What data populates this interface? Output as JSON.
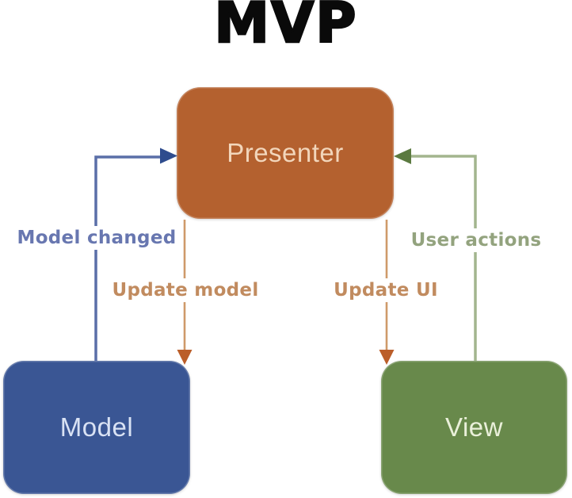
{
  "title": "MVP",
  "nodes": {
    "presenter": {
      "label": "Presenter"
    },
    "model": {
      "label": "Model"
    },
    "view": {
      "label": "View"
    }
  },
  "edges": {
    "model_changed": {
      "label": "Model changed",
      "from": "Model",
      "to": "Presenter"
    },
    "update_model": {
      "label": "Update model",
      "from": "Presenter",
      "to": "Model"
    },
    "update_ui": {
      "label": "Update UI",
      "from": "Presenter",
      "to": "View"
    },
    "user_actions": {
      "label": "User actions",
      "from": "View",
      "to": "Presenter"
    }
  },
  "colors": {
    "title_color": "#0a0a0a",
    "presenter_fill": "#b4612f",
    "presenter_text": "#f2d6bb",
    "model_fill": "#3a5694",
    "model_text": "#d9e2f4",
    "view_fill": "#68894b",
    "view_text": "#eaf0da",
    "blue_line": "#5a6fa8",
    "blue_head": "#2e4c8e",
    "green_line": "#a3b58e",
    "green_head": "#5b7a40",
    "orange_line": "#cf9a6a",
    "orange_head": "#bb5e2a",
    "label_blue": "#6877b0",
    "label_orange": "#c18b5f",
    "label_green": "#93a37e"
  }
}
